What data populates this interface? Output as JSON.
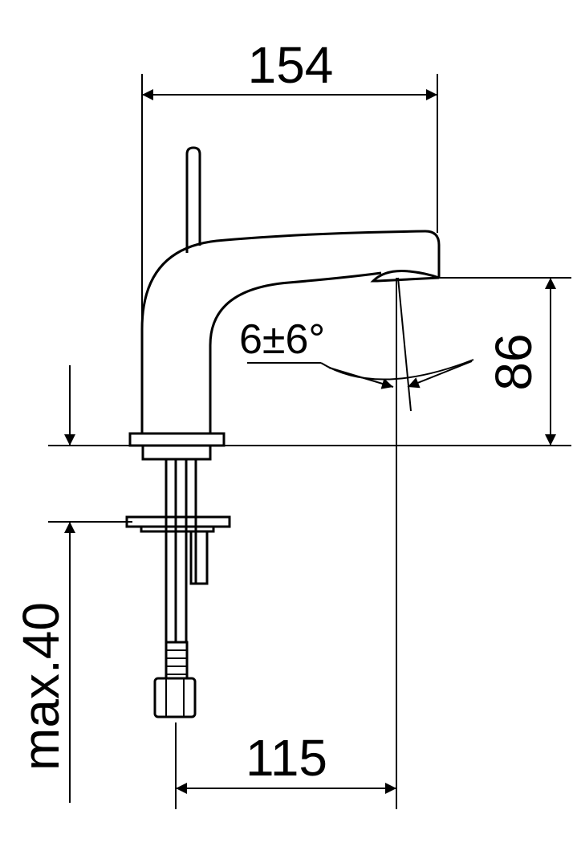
{
  "dimensions": {
    "width_top": "154",
    "height_right": "86",
    "angle": "6±6°",
    "depth_left": "max.40",
    "width_bottom": "115"
  },
  "colors": {
    "line": "#000000",
    "background": "#ffffff"
  }
}
